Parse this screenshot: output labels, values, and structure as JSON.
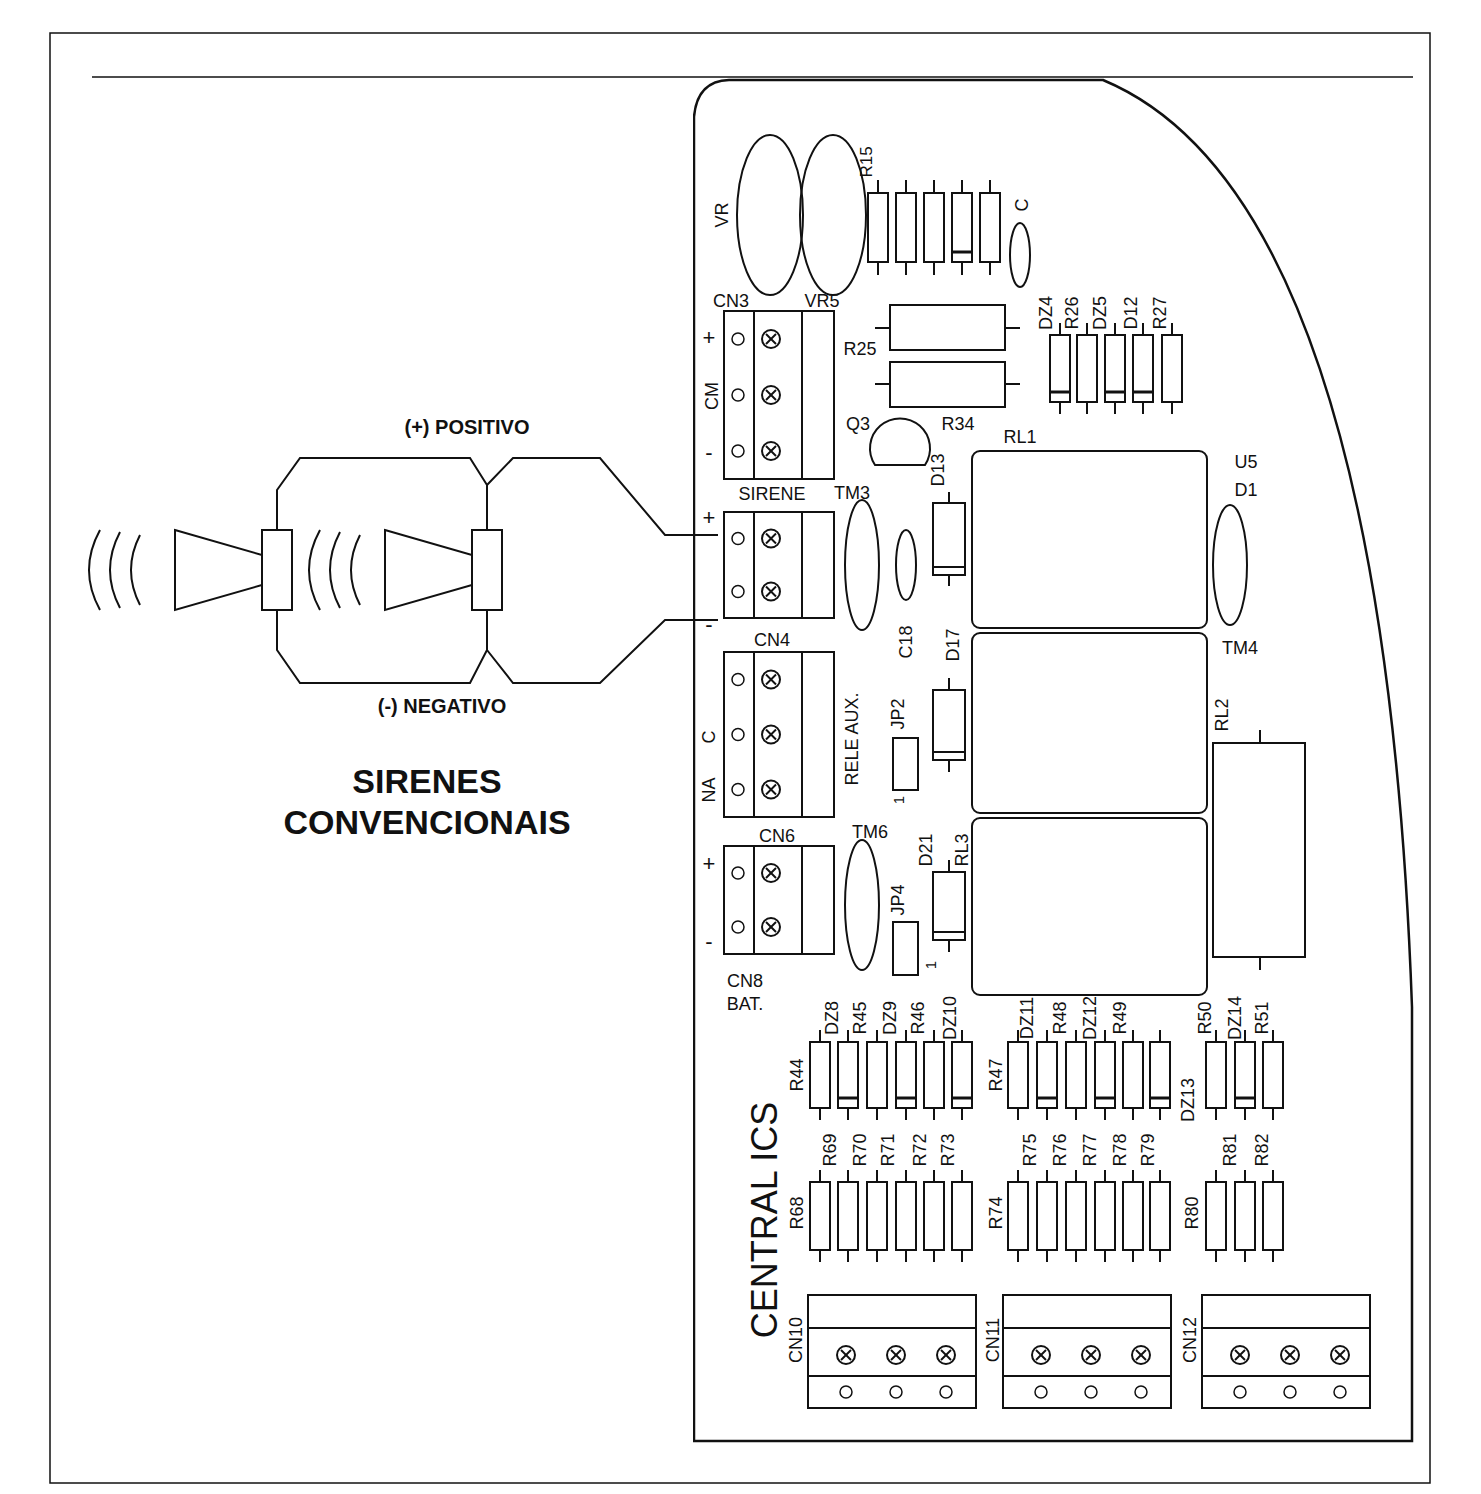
{
  "diagram": {
    "nodes": [
      {
        "text": [
          "CENTRAL ICS"
        ]
      }
    ],
    "labels": [
      "(+) POSITIVO",
      "(-) NEGATIVO",
      "SIRENES",
      "CONVENCIONAIS",
      "VR",
      "R15",
      "C",
      "CN3",
      "VR5",
      "+",
      "CM",
      "-",
      "R25",
      "R34",
      "DZ4",
      "R26",
      "DZ5",
      "D12",
      "R27",
      "Q3",
      "RL1",
      "U5",
      "D1",
      "SIRENE",
      "TM3",
      "D13",
      "+",
      "-",
      "CN4",
      "C18",
      "D17",
      "TM4",
      "RL2",
      "RELE AUX.",
      "JP2",
      "1",
      "C",
      "NA",
      "CN6",
      "TM6",
      "D21",
      "RL3",
      "+",
      "-",
      "JP4",
      "1",
      "CN8",
      "BAT.",
      "DZ8",
      "R45",
      "DZ9",
      "R46",
      "DZ10",
      "DZ11",
      "R48",
      "DZ12",
      "R49",
      "R50",
      "DZ14",
      "R51",
      "R44",
      "R47",
      "DZ13",
      "R69",
      "R70",
      "R71",
      "R72",
      "R73",
      "R75",
      "R76",
      "R77",
      "R78",
      "R79",
      "R81",
      "R82",
      "R68",
      "R74",
      "R80",
      "CN10",
      "CN11",
      "CN12"
    ]
  }
}
